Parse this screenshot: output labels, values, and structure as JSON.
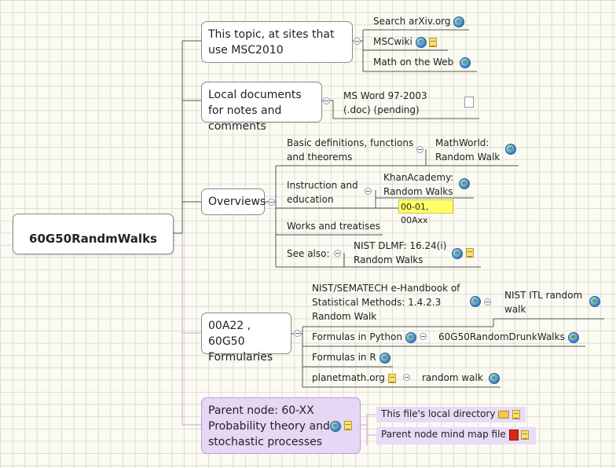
{
  "root": {
    "label": "60G50RandmWalks"
  },
  "topic_sites": {
    "label": "This topic, at sites that use MSC2010",
    "children": [
      "Search arXiv.org",
      "MSCwiki",
      "Math on the Web"
    ]
  },
  "local_docs": {
    "label": "Local documents for notes and comments",
    "child": "MS Word 97-2003 (.doc) (pending)"
  },
  "overviews": {
    "label": "Overviews",
    "basic": {
      "label": "Basic definitions, functions and theorems",
      "link": "MathWorld: Random Walk"
    },
    "instruction": {
      "label": "Instruction and education",
      "link": "KhanAcademy: Random Walks",
      "attribute": "00-01, 00Axx"
    },
    "works": {
      "label": "Works and treatises"
    },
    "see_also": {
      "label": "See also:",
      "link": "NIST DLMF: 16.24(i) Random Walks"
    }
  },
  "formularies": {
    "label": "00A22 , 60G50 Formularies",
    "nist_handbook": {
      "label": "NIST/SEMATECH e-Handbook of Statistical Methods: 1.4.2.3 Random Walk",
      "child": "NIST ITL random walk"
    },
    "python": {
      "label": "Formulas in Python",
      "child": "60G50RandomDrunkWalks"
    },
    "r": {
      "label": "Formulas in R"
    },
    "planetmath": {
      "label": "planetmath.org",
      "child": "random walk"
    }
  },
  "parent": {
    "label": "Parent node: 60-XX Probability theory and stochastic processes",
    "children": [
      "This file's local directory",
      "Parent node mind map file"
    ]
  }
}
